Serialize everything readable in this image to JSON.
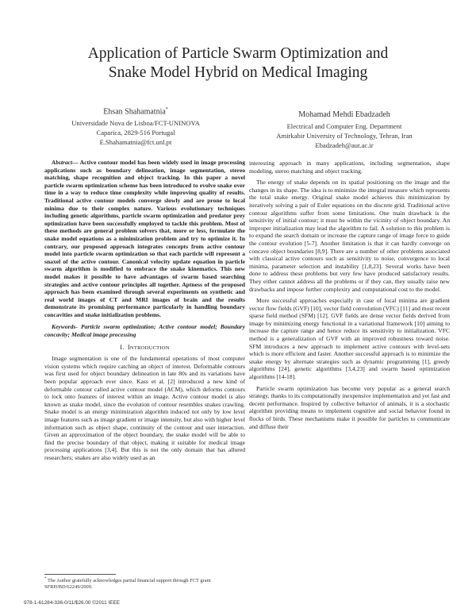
{
  "title_line1": "Application of Particle Swarm Optimization and",
  "title_line2": "Snake Model Hybrid on Medical Imaging",
  "author1": {
    "name": "Ehsan Shahamatnia",
    "mark": "*",
    "lines": [
      "Universidade Nova de Lisboa/FCT-UNINOVA",
      "Caparica, 2829-516 Portugal",
      "E.Shahamatnia@fct.unl.pt"
    ]
  },
  "author2": {
    "name": "Mohamad Mehdi Ebadzadeh",
    "lines": [
      "Electrical and Computer Eng. Department",
      "Amirkabir University of Technology, Tehran, Iran",
      "Ebadzadeh@aut.ac.ir"
    ]
  },
  "abstract_label": "Abstract—",
  "abstract_text": " Active contour model has been widely used in image processing applications such as boundary delineation, image segmentation, stereo matching, shape recognition and object tracking. In this paper a novel particle swarm optimization scheme has been introduced to evolve snake over time in a way to reduce time complexity while improving quality of results. Traditional active contour models converge slowly and are prone to local minima due to their complex nature. Various evolutionary techniques including genetic algorithms, particle swarm optimization and predator prey optimization have been successfully employed to tackle this problem. Most of these methods are general problem solvers that, more or less, formulate the snake model equations as a minimization problem and try to optimize it. In contrary, our proposed approach integrates concepts from active contour model into particle swarm optimization so that each particle will represent a snaxel of the active contour. Canonical velocity update equation in particle swarm algorithm is modified to embrace the snake kinematics. This new model makes it possible to have advantages of swarm based searching strategies and active contour principles all together. Aptness of the proposed approach has been examined through several experiments on synthetic and real world images of CT and MRI images of brain and the results demonstrate its promising performance particularly in handling boundary concavities and snake initialization problems.",
  "keywords_label": "Keywords-",
  "keywords_text": " Particle swarm optimization; Active contour model; Boundary concavity; Medical image processing",
  "section_num": "I.",
  "section_initial": "I",
  "section_rest": "NTRODUCTION",
  "intro_p1": "Image segmentation is one of the fundamental operations of most computer vision systems which require catching an object of interest. Deformable contours was first used for object boundary delineation in late 80s and its variations have been popular approach ever since. Kass et al. [2] introduced a new kind of deformable contour called active contour model (ACM), which deforms contours to lock onto features of interest within an image. Active contour model is also known as snake model, since the evolution of contour resembles snakes crawling. Snake model is an energy minimization algorithm induced not only by low level image features such as image gradient or image intensity, but also with higher level information such as object shape, continuity of the contour and user interaction. Given an approximation of the object boundary, the snake model will be able to find the precise boundary of that object, making it suitable for medical image processing applications [3,4]. But this is not the only domain that has allured researchers; snakes are also widely used as an",
  "right_p0": "interesting approach in many applications, including segmentation, shape modeling, stereo matching and object tracking.",
  "right_p1": "The energy of snake depends on its spatial positioning on the image and the changes in its shape. The idea is to minimize the integral measure which represents the total snake energy. Original snake model achieves this minimization by iteratively solving a pair of Euler equations on the discrete grid. Traditional active contour algorithms suffer from some limitations. One main drawback is the sensitivity of initial contour; it must be within the vicinity of object boundary. An improper initialization may lead the algorithm to fail. A solution to this problem is to expand the search domain or increase the capture range of image force to guide the contour evolution [5-7]. Another limitation is that it can hardly converge on concave object boundaries [8,9]. There are a number of other problems associated with classical active contours such as sensitivity to noise, convergence to local minima, parameter selection and instability [1,8,23]. Several works have been done to address these problems but very few have produced satisfactory results. They either cannot address all the problems or if they can, they usually raise new drawbacks and impose further complexity and computational cost to the model.",
  "right_p2": "More successful approaches especially in case of local minima are gradient vector flow fields (GVF) [10], vector field convolution (VFC) [11] and most recent sparse field method (SFM) [12]. GVF fields are dense vector fields derived from image by minimizing energy functional in a variational framework [10] aiming to increase the capture range and hence reduce its sensitivity to initialization. VFC method is a generalization of GVF with an improved robustness toward noise. SFM introduces a new approach to implement active contours with level-sets which is more efficient and faster. Another successful approach is to minimize the snake energy by alternate strategies such as dynamic programming [1], greedy algorithms [24], genetic algorithms [3,4,23] and swarm based optimization algorithms [14-18].",
  "right_p3": "Particle swarm optimization has become very popular as a general search strategy, thanks to its computationally inexpensive implementation and yet fast and decent performance. Inspired by collective behavior of animals, it is a stochastic algorithm providing means to implement cognitive and social behavior found in flocks of birds. These mechanisms make it possible for particles to communicate and diffuse their",
  "footnote_mark": "*",
  "footnote_text": " The Author gratefully acknowledges partial financial support through FCT grant SFRH/BD/62249/2009.",
  "copyright": "978-1-61284-336-0/11/$26.00 ©2011 IEEE"
}
